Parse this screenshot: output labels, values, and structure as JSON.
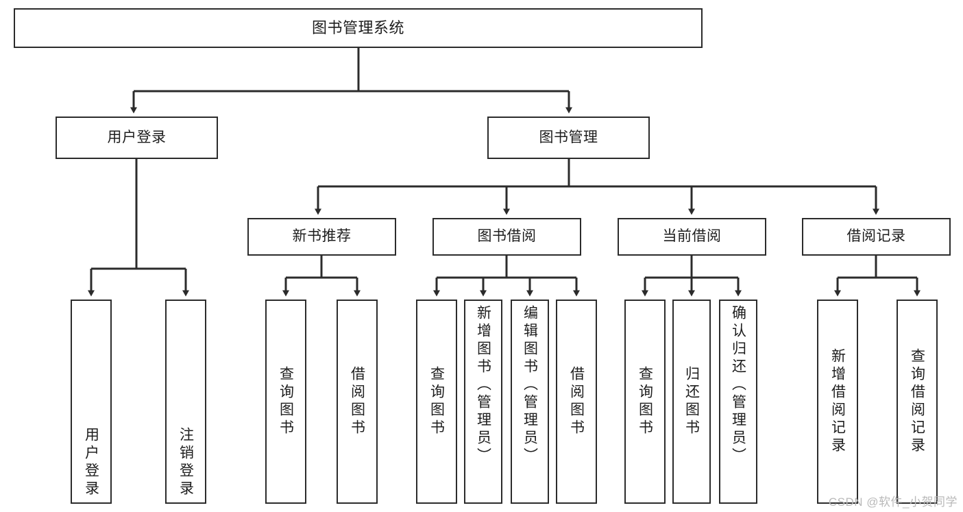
{
  "diagram": {
    "title": "图书管理系统",
    "type": "tree",
    "watermark": "CSDN @软件_小贺同学",
    "colors": {
      "box_border": "#2b2b2b",
      "box_fill": "#ffffff",
      "connector": "#2b2b2b",
      "text": "#1d1d1d",
      "watermark": "#b9b9b9",
      "background": "#ffffff"
    },
    "levels": {
      "root": "图书管理系统",
      "level2": [
        "用户登录",
        "图书管理"
      ],
      "level3": [
        "新书推荐",
        "图书借阅",
        "当前借阅",
        "借阅记录"
      ]
    },
    "nodes": {
      "root": {
        "label": "图书管理系统"
      },
      "user_login": {
        "label": "用户登录"
      },
      "book_manage": {
        "label": "图书管理"
      },
      "new_book_rec": {
        "label": "新书推荐"
      },
      "book_borrow": {
        "label": "图书借阅"
      },
      "current_borrow": {
        "label": "当前借阅"
      },
      "borrow_record": {
        "label": "借阅记录"
      },
      "leaf_user_login": {
        "label": "用户登录"
      },
      "leaf_logout": {
        "label": "注销登录"
      },
      "leaf_query_book_1": {
        "label": "查询图书"
      },
      "leaf_borrow_book_1": {
        "label": "借阅图书"
      },
      "leaf_query_book_2": {
        "label": "查询图书"
      },
      "leaf_add_book": {
        "label": "新增图书（管理员）"
      },
      "leaf_edit_book": {
        "label": "编辑图书（管理员）"
      },
      "leaf_borrow_book_2": {
        "label": "借阅图书"
      },
      "leaf_query_book_3": {
        "label": "查询图书"
      },
      "leaf_return_book": {
        "label": "归还图书"
      },
      "leaf_confirm_return": {
        "label": "确认归还（管理员）"
      },
      "leaf_add_record": {
        "label": "新增借阅记录"
      },
      "leaf_query_record": {
        "label": "查询借阅记录"
      }
    },
    "edges": [
      {
        "from": "root",
        "to": "user_login"
      },
      {
        "from": "root",
        "to": "book_manage"
      },
      {
        "from": "user_login",
        "to": "leaf_user_login"
      },
      {
        "from": "user_login",
        "to": "leaf_logout"
      },
      {
        "from": "book_manage",
        "to": "new_book_rec"
      },
      {
        "from": "book_manage",
        "to": "book_borrow"
      },
      {
        "from": "book_manage",
        "to": "current_borrow"
      },
      {
        "from": "book_manage",
        "to": "borrow_record"
      },
      {
        "from": "new_book_rec",
        "to": "leaf_query_book_1"
      },
      {
        "from": "new_book_rec",
        "to": "leaf_borrow_book_1"
      },
      {
        "from": "book_borrow",
        "to": "leaf_query_book_2"
      },
      {
        "from": "book_borrow",
        "to": "leaf_add_book"
      },
      {
        "from": "book_borrow",
        "to": "leaf_edit_book"
      },
      {
        "from": "book_borrow",
        "to": "leaf_borrow_book_2"
      },
      {
        "from": "current_borrow",
        "to": "leaf_query_book_3"
      },
      {
        "from": "current_borrow",
        "to": "leaf_return_book"
      },
      {
        "from": "current_borrow",
        "to": "leaf_confirm_return"
      },
      {
        "from": "borrow_record",
        "to": "leaf_add_record"
      },
      {
        "from": "borrow_record",
        "to": "leaf_query_record"
      }
    ]
  }
}
